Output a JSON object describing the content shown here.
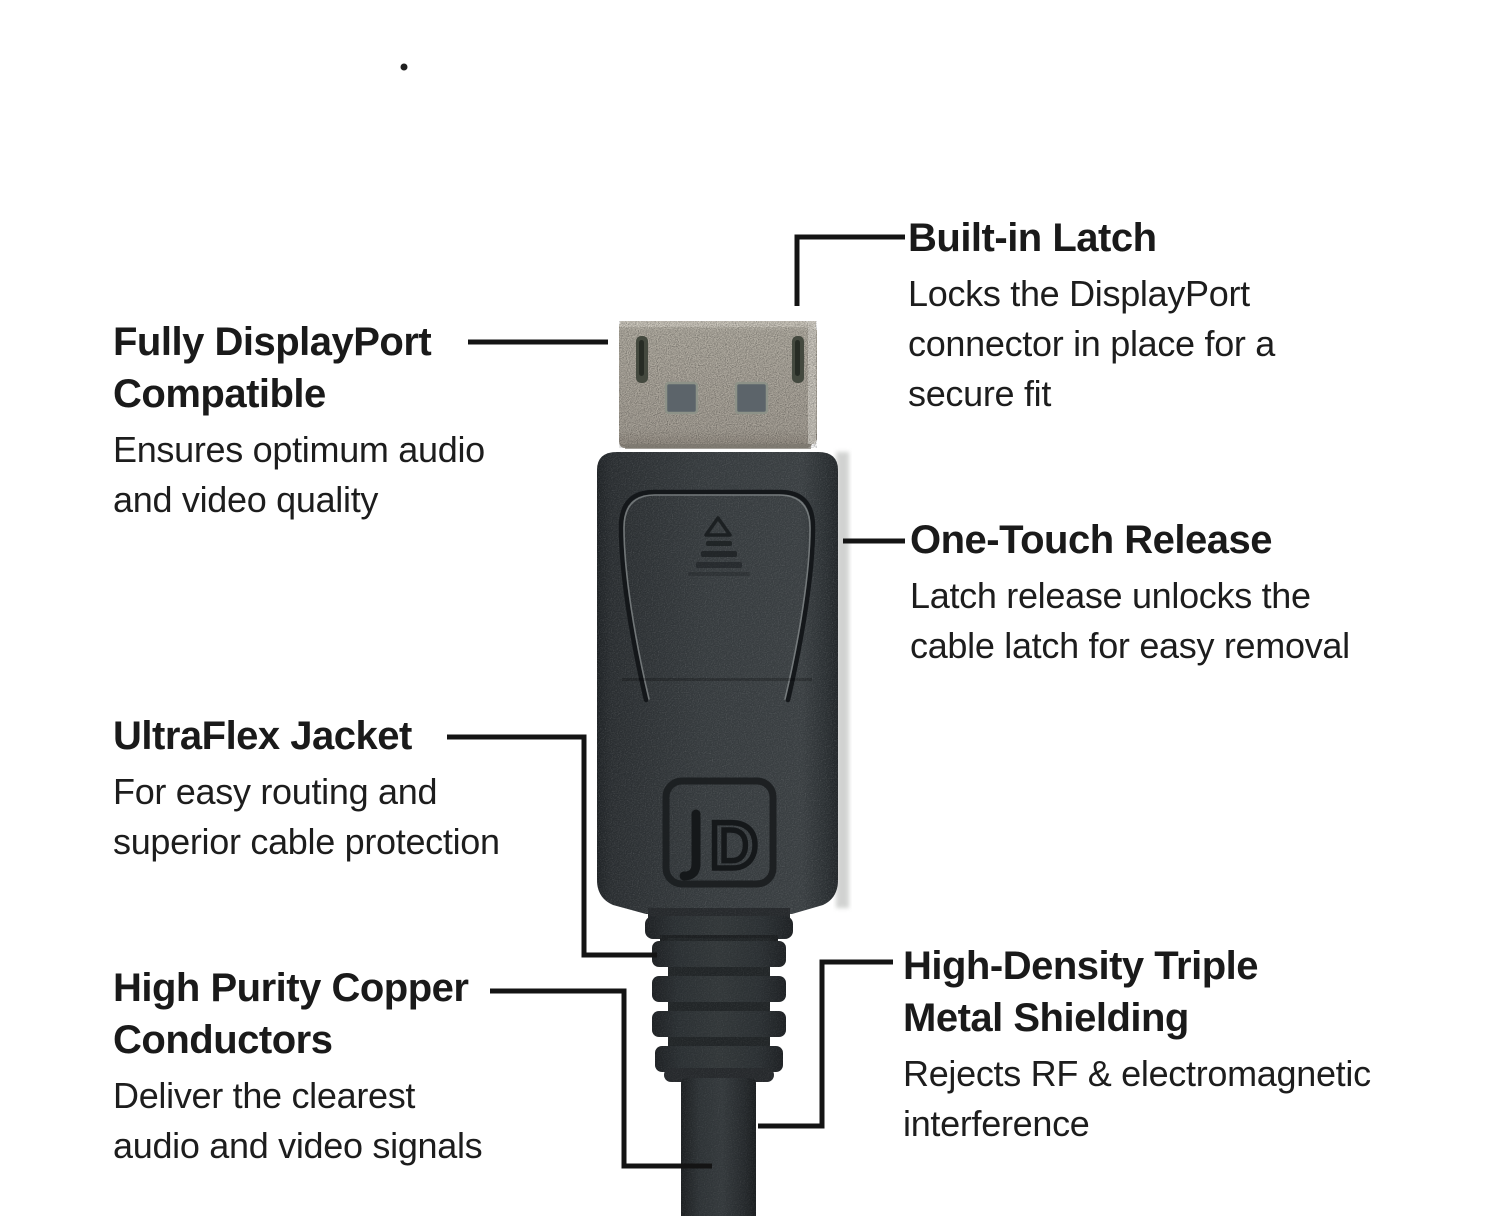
{
  "figure": {
    "subject": "DisplayPort cable connector annotated diagram",
    "dp_logo_letter": "D",
    "background_color": "#ffffff",
    "text_color": "#1a1a1a",
    "line_color": "#141414",
    "metal_color": "#b1aba0",
    "body_color": "#33383b",
    "cable_color": "#2b2f32"
  },
  "callouts": [
    {
      "id": "built-in-latch",
      "title": "Built-in Latch",
      "body": "Locks the DisplayPort\nconnector in place for a\nsecure fit"
    },
    {
      "id": "fully-displayport-compatible",
      "title": "Fully DisplayPort\nCompatible",
      "body": "Ensures optimum audio\nand video quality"
    },
    {
      "id": "one-touch-release",
      "title": "One-Touch Release",
      "body": "Latch release unlocks the\ncable latch for easy removal"
    },
    {
      "id": "ultraflex-jacket",
      "title": "UltraFlex Jacket",
      "body": "For easy routing and\nsuperior cable protection"
    },
    {
      "id": "high-purity-copper-conductors",
      "title": "High Purity Copper\nConductors",
      "body": "Deliver the clearest\naudio and video signals"
    },
    {
      "id": "high-density-triple-metal-shielding",
      "title": "High-Density Triple\nMetal Shielding",
      "body": "Rejects RF & electromagnetic\ninterference"
    }
  ]
}
